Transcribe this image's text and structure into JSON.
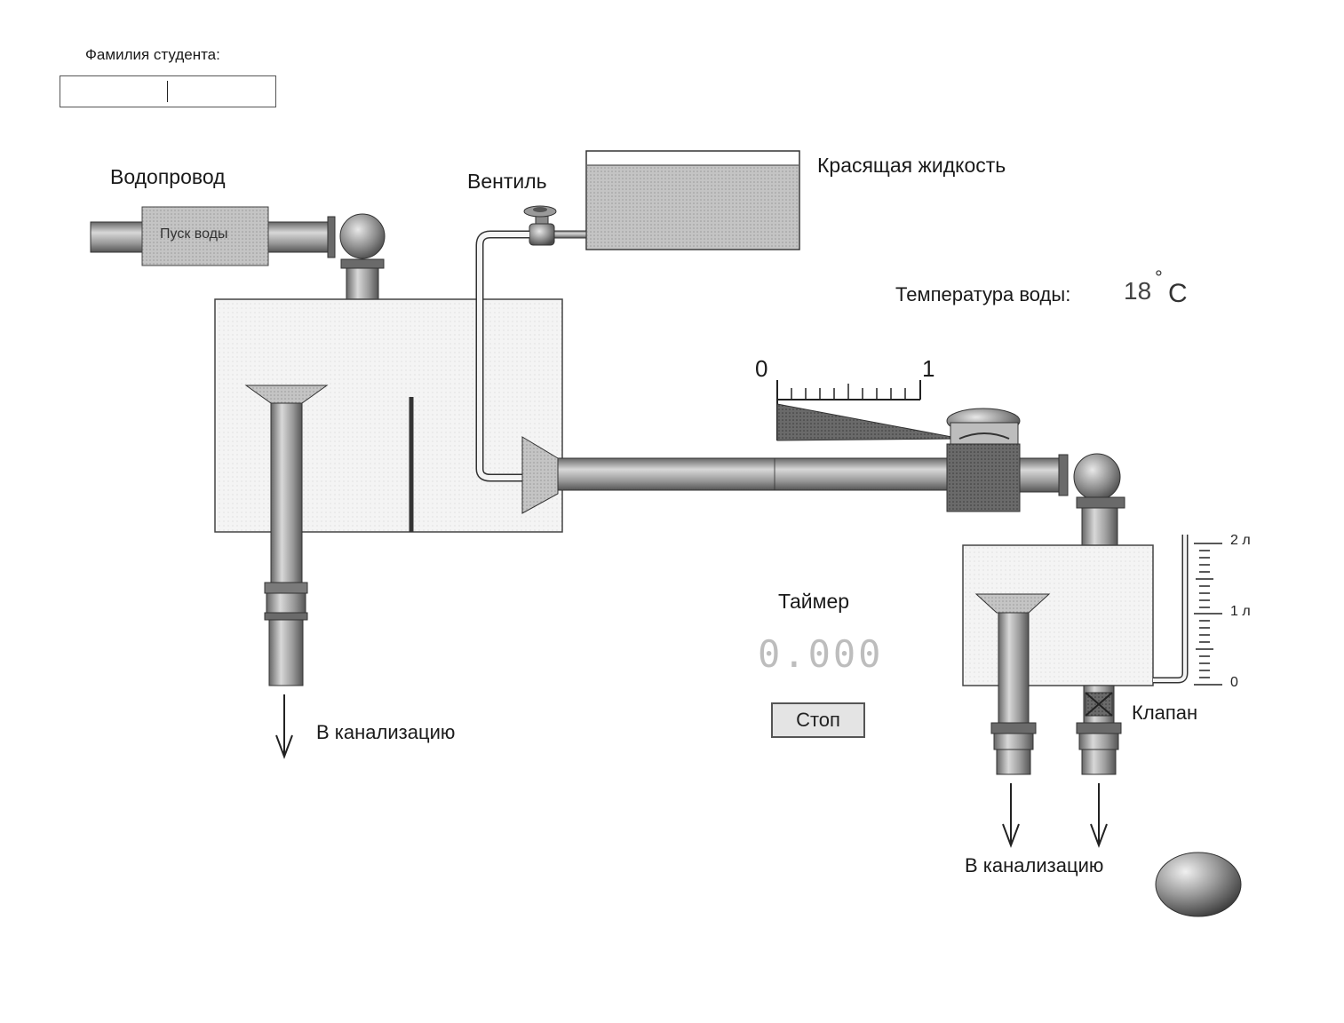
{
  "student": {
    "surname_label": "Фамилия студента:",
    "surname_value": ""
  },
  "labels": {
    "water_supply": "Водопровод",
    "inlet_button": "Пуск воды",
    "valve": "Вентиль",
    "dye_liquid": "Красящая жидкость",
    "temperature_label": "Температура воды:",
    "drain_main": "В канализацию",
    "drain_tank": "В канализацию",
    "timer_label": "Таймер",
    "klapan": "Клапан"
  },
  "temperature": {
    "value": "18",
    "degree": "°",
    "unit": "C"
  },
  "timer": {
    "value": "0.000",
    "stop_label": "Стоп"
  },
  "flow_scale": {
    "min_label": "0",
    "max_label": "1"
  },
  "volume_scale": {
    "marks": [
      "2 л",
      "1 л",
      "0"
    ]
  },
  "colors": {
    "pipe": "#b8b8b8",
    "dark_metal": "#555555",
    "dye": "#8a8a8a",
    "tank_fill": "#f2f2f2"
  }
}
